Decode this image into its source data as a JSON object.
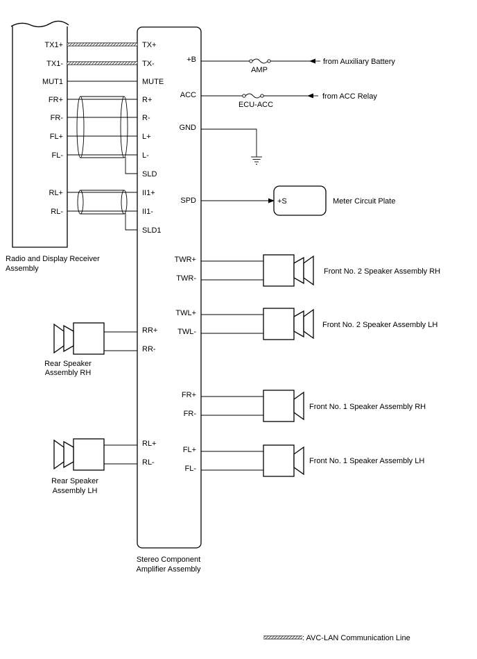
{
  "components": {
    "radio": {
      "name_line1": "Radio and Display Receiver",
      "name_line2": "Assembly"
    },
    "amplifier": {
      "name_line1": "Stereo Component",
      "name_line2": "Amplifier Assembly"
    },
    "meter": {
      "name": "Meter Circuit Plate",
      "pin": "+S"
    },
    "rear_rh": {
      "name_line1": "Rear Speaker",
      "name_line2": "Assembly RH"
    },
    "rear_lh": {
      "name_line1": "Rear Speaker",
      "name_line2": "Assembly LH"
    },
    "front2_rh": {
      "name": "Front No. 2 Speaker Assembly RH"
    },
    "front2_lh": {
      "name": "Front No. 2 Speaker Assembly LH"
    },
    "front1_rh": {
      "name": "Front No. 1 Speaker Assembly RH"
    },
    "front1_lh": {
      "name": "Front No. 1 Speaker Assembly LH"
    }
  },
  "radio_pins": [
    "TX1+",
    "TX1-",
    "MUT1",
    "FR+",
    "FR-",
    "FL+",
    "FL-",
    "RL+",
    "RL-"
  ],
  "amp_left_pins": [
    "TX+",
    "TX-",
    "MUTE",
    "R+",
    "R-",
    "L+",
    "L-",
    "SLD",
    "II1+",
    "II1-",
    "SLD1"
  ],
  "amp_rear_pins": [
    "RR+",
    "RR-",
    "RL+",
    "RL-"
  ],
  "amp_right_pins": [
    "+B",
    "ACC",
    "GND",
    "SPD",
    "TWR+",
    "TWR-",
    "TWL+",
    "TWL-",
    "FR+",
    "FR-",
    "FL+",
    "FL-"
  ],
  "fuses": {
    "amp": "AMP",
    "ecu_acc": "ECU-ACC"
  },
  "sources": {
    "battery": "from Auxiliary Battery",
    "acc_relay": "from ACC Relay"
  },
  "legend": {
    "label": ": AVC-LAN Communication Line"
  }
}
